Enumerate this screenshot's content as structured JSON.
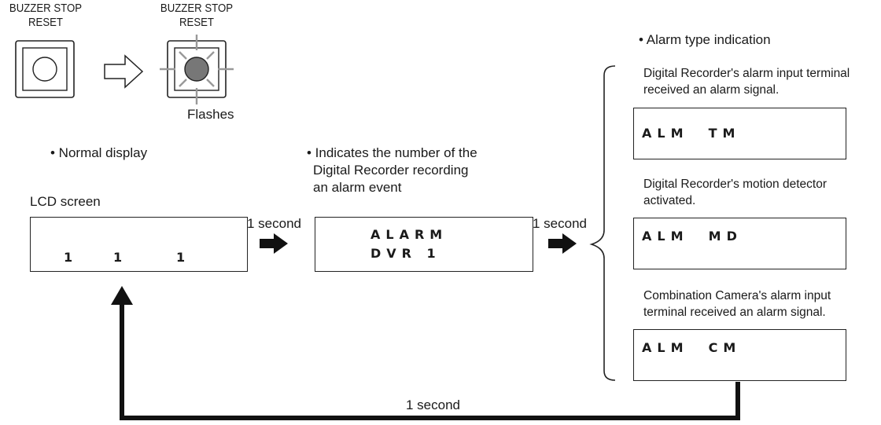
{
  "buttons": {
    "left_label_line1": "BUZZER STOP",
    "left_label_line2": "RESET",
    "right_label_line1": "BUZZER STOP",
    "right_label_line2": "RESET",
    "flashes": "Flashes"
  },
  "normal": {
    "heading": "• Normal display",
    "lcd_label": "LCD screen",
    "lcd_values": [
      "1",
      "1",
      "1"
    ]
  },
  "middle": {
    "heading_line1": "• Indicates the number of the",
    "heading_line2": "Digital Recorder recording",
    "heading_line3": "an alarm event",
    "lcd_line1": "ALARM",
    "lcd_line2": "DVR 1"
  },
  "arrows": {
    "first": "1 second",
    "second": "1 second",
    "loop": "1 second"
  },
  "alarm_types": {
    "heading": "• Alarm type indication",
    "items": [
      {
        "desc_line1": "Digital Recorder's alarm input terminal",
        "desc_line2": "received an alarm signal.",
        "lcd": "ALM  TM"
      },
      {
        "desc_line1": "Digital Recorder's motion detector",
        "desc_line2": "activated.",
        "lcd": "ALM  MD"
      },
      {
        "desc_line1": "Combination Camera's alarm input",
        "desc_line2": "terminal received an alarm signal.",
        "lcd": "ALM  CM"
      }
    ]
  }
}
